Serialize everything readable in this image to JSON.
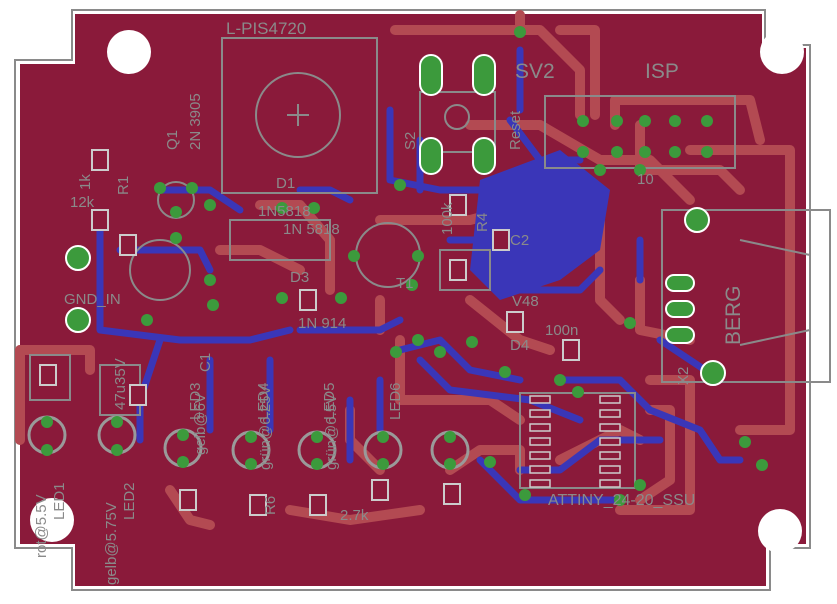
{
  "colors": {
    "background": "#ffffff",
    "board": "#8a1a3a",
    "top_trace": "#b34a52",
    "bottom_trace": "#3a36b8",
    "pad": "#3c9a3c",
    "outline": "#8a8a8a",
    "hole": "#ffffff"
  },
  "labels": {
    "l_pis": "L-PIS4720",
    "q1": "Q1",
    "q1_type": "2N 3905",
    "d1": "D1",
    "d1_type": "1N5818",
    "d2_type": "1N 5818",
    "d3": "D3",
    "d3_type": "1N 914",
    "sv2": "SV2",
    "isp": "ISP",
    "s2": "S2",
    "reset": "Reset",
    "r1": "R1",
    "r1k": "1k",
    "r12k": "12k",
    "gnd_in": "GND_IN",
    "k100": "100k",
    "r4": "R4",
    "c2": "C2",
    "t1": "T1",
    "c1": "C1",
    "c1_val": "47u35V",
    "d4": "D4",
    "n100": "100n",
    "x2": "X2",
    "berg": "BERG",
    "attiny": "ATTINY_24-20_SSU",
    "led1": "LED1",
    "led2": "LED2",
    "led3": "LED3",
    "led4": "LED4",
    "led5": "LED5",
    "led6": "LED6",
    "r6": "R6",
    "r7k": "2.7k",
    "rot": "rot@5.5V",
    "gelb1": "gelb@5.75V",
    "gelb2": "gelb@6V",
    "gruen1": "grün@6.25V",
    "gruen2": "grün@6.5V",
    "ten": "10",
    "v48": "V48"
  }
}
